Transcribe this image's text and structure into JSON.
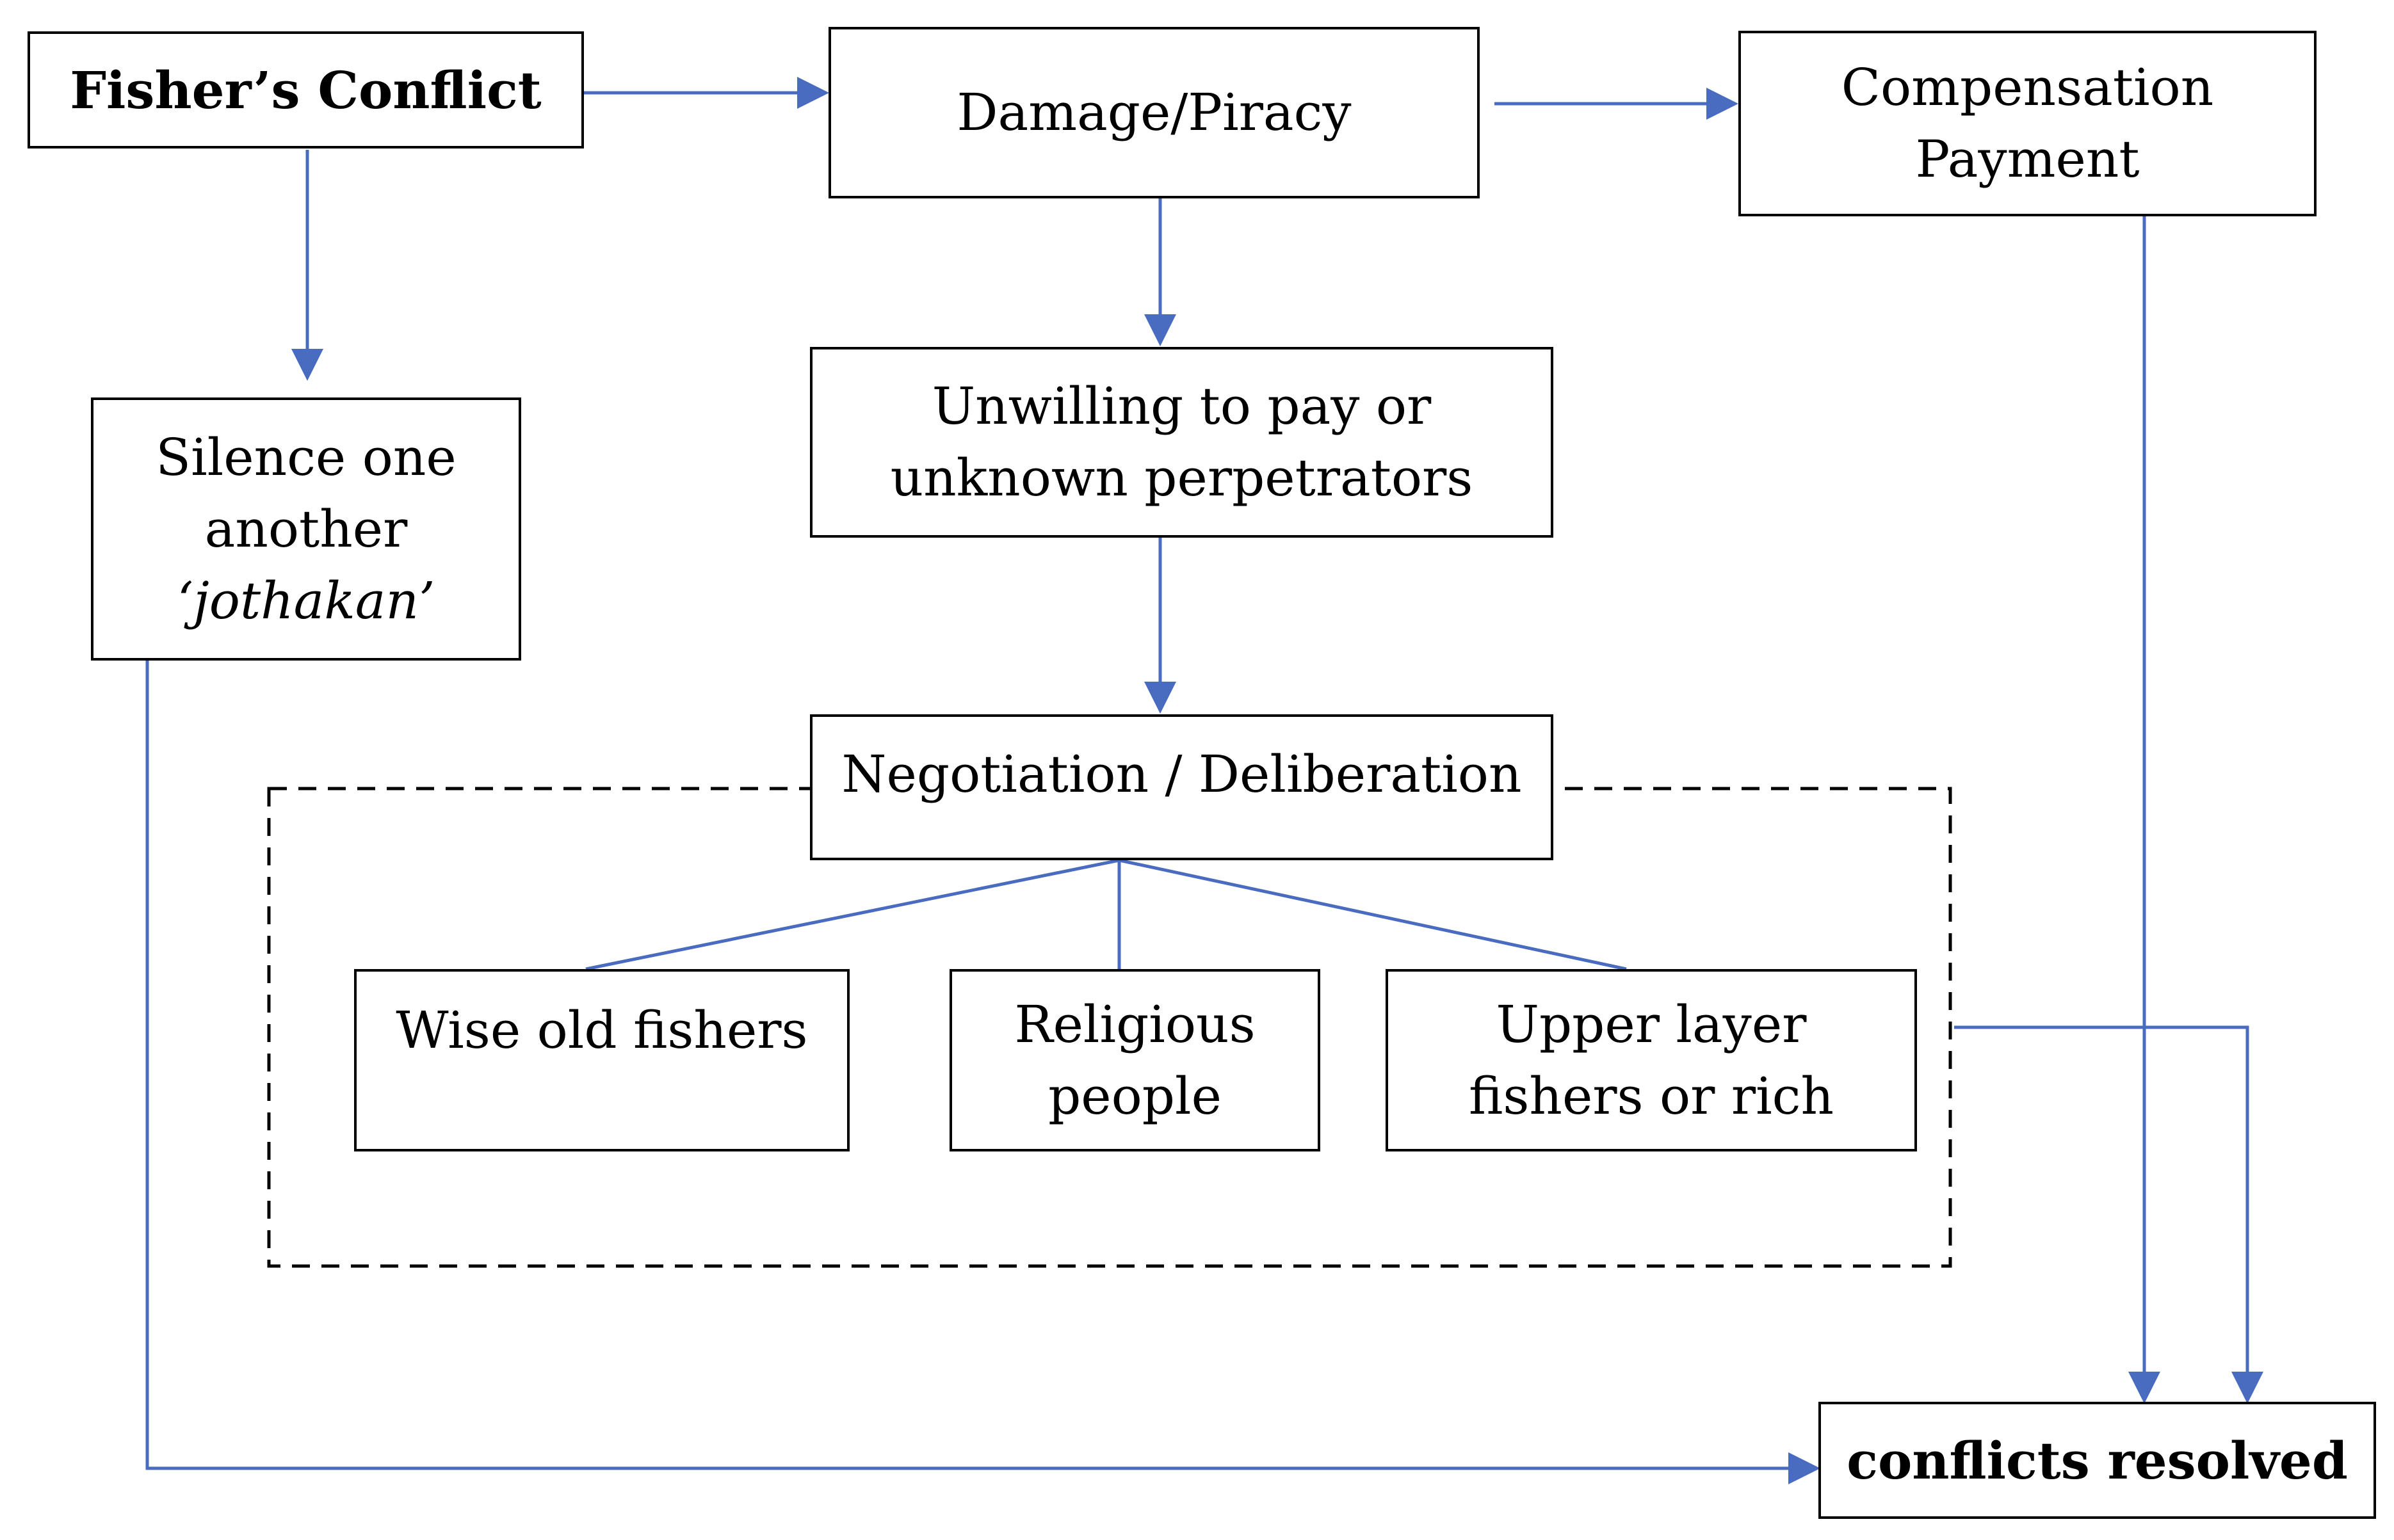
{
  "diagram": {
    "nodes": {
      "fishers_conflict": "Fisher’s Conflict",
      "damage_piracy": "Damage/Piracy",
      "compensation_l1": "Compensation",
      "compensation_l2": "Payment",
      "silence_l1": "Silence one",
      "silence_l2": "another",
      "silence_l3": "‘jothakan’",
      "unwilling_l1": "Unwilling to pay or",
      "unwilling_l2": "unknown perpetrators",
      "negotiation": "Negotiation / Deliberation",
      "wise_old": "Wise old fishers",
      "religious_l1": "Religious",
      "religious_l2": "people",
      "upper_l1": "Upper layer",
      "upper_l2": "fishers or rich",
      "resolved": "conflicts resolved"
    },
    "colors": {
      "connector": "#4A6CC0",
      "border": "#000000",
      "text": "#000000",
      "background": "#ffffff"
    }
  }
}
